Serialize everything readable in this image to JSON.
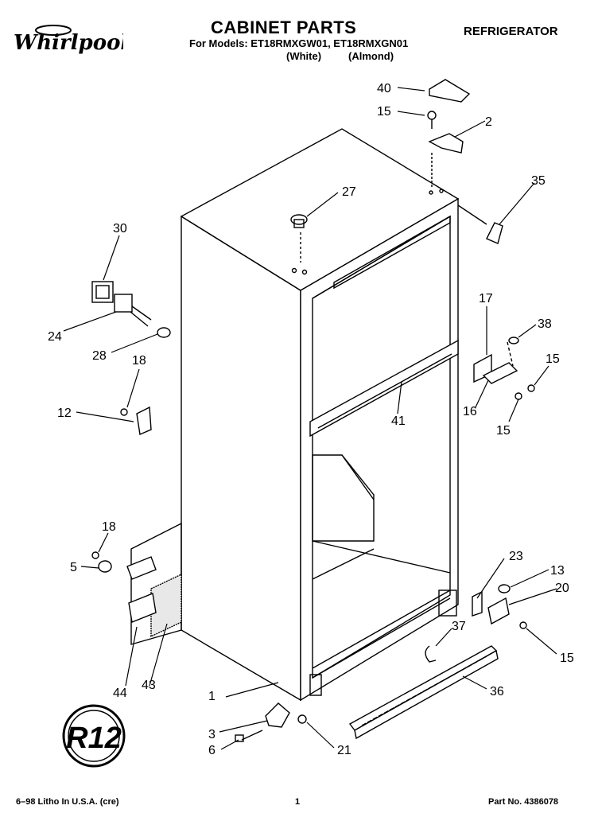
{
  "header": {
    "brand": "Whirlpool",
    "title": "CABINET PARTS",
    "models_line": "For Models: ET18RMXGW01, ET18RMXGN01",
    "variant_white": "(White)",
    "variant_almond": "(Almond)",
    "category": "REFRIGERATOR"
  },
  "footer": {
    "left": "6–98 Litho In U.S.A. (cre)",
    "center": "1",
    "right": "Part No. 4386078"
  },
  "seal": {
    "text": "R12"
  },
  "callouts": [
    {
      "id": "c40",
      "text": "40"
    },
    {
      "id": "c15a",
      "text": "15"
    },
    {
      "id": "c2",
      "text": "2"
    },
    {
      "id": "c27",
      "text": "27"
    },
    {
      "id": "c35",
      "text": "35"
    },
    {
      "id": "c30",
      "text": "30"
    },
    {
      "id": "c24",
      "text": "24"
    },
    {
      "id": "c28",
      "text": "28"
    },
    {
      "id": "c18a",
      "text": "18"
    },
    {
      "id": "c12",
      "text": "12"
    },
    {
      "id": "c17",
      "text": "17"
    },
    {
      "id": "c38",
      "text": "38"
    },
    {
      "id": "c15b",
      "text": "15"
    },
    {
      "id": "c41",
      "text": "41"
    },
    {
      "id": "c16",
      "text": "16"
    },
    {
      "id": "c15c",
      "text": "15"
    },
    {
      "id": "c18b",
      "text": "18"
    },
    {
      "id": "c5",
      "text": "5"
    },
    {
      "id": "c23",
      "text": "23"
    },
    {
      "id": "c13",
      "text": "13"
    },
    {
      "id": "c20",
      "text": "20"
    },
    {
      "id": "c37",
      "text": "37"
    },
    {
      "id": "c15d",
      "text": "15"
    },
    {
      "id": "c44",
      "text": "44"
    },
    {
      "id": "c43",
      "text": "43"
    },
    {
      "id": "c36",
      "text": "36"
    },
    {
      "id": "c1",
      "text": "1"
    },
    {
      "id": "c3",
      "text": "3"
    },
    {
      "id": "c6",
      "text": "6"
    },
    {
      "id": "c21",
      "text": "21"
    }
  ]
}
